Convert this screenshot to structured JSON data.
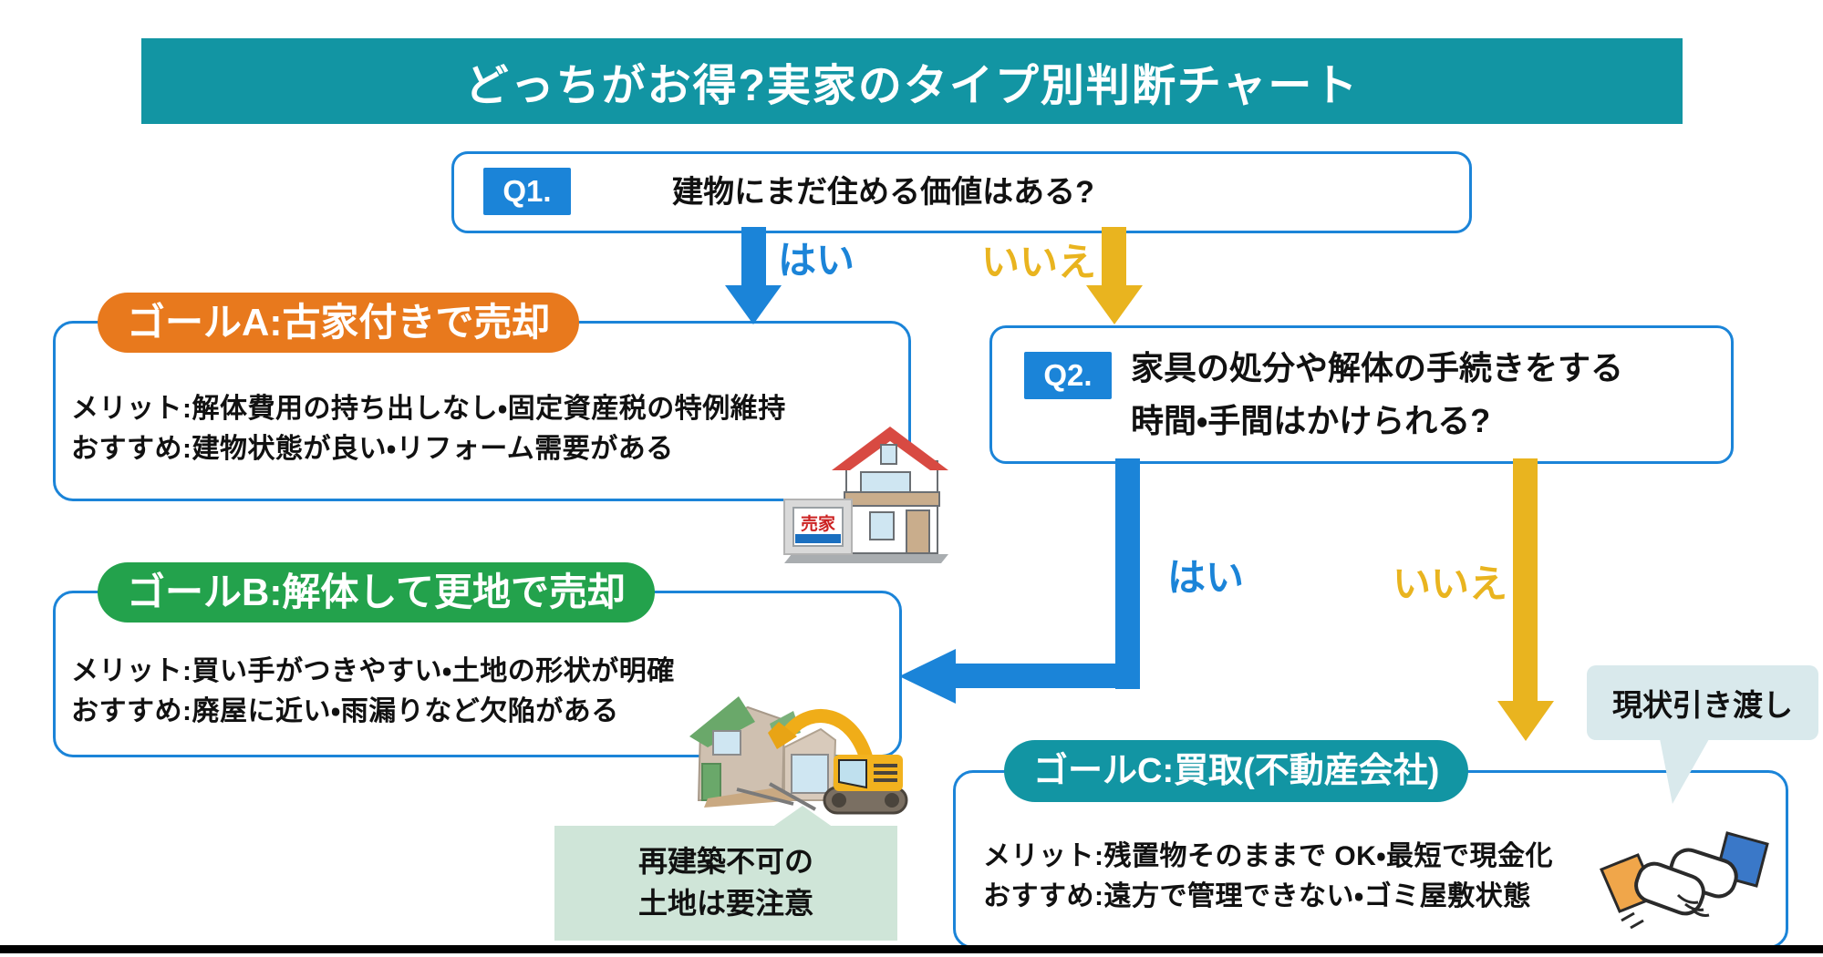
{
  "title": "どっちがお得?実家のタイプ別判断チャート",
  "q1": {
    "badge": "Q1.",
    "question": "建物にまだ住める価値はある?"
  },
  "branch1": {
    "yes": "はい",
    "no": "いいえ"
  },
  "q2": {
    "badge": "Q2.",
    "line1": "家具の処分や解体の手続きをする",
    "line2": "時間・手間はかけられる?"
  },
  "branch2": {
    "yes": "はい",
    "no": "いいえ"
  },
  "goal_a": {
    "title": "ゴールA:古家付きで売却",
    "merit": "メリット:解体費用の持ち出しなし・固定資産税の特例維持",
    "recommend": "おすすめ:建物状態が良い・リフォーム需要がある"
  },
  "goal_b": {
    "title": "ゴールB:解体して更地で売却",
    "merit": "メリット:買い手がつきやすい・土地の形状が明確",
    "recommend": "おすすめ:廃屋に近い・雨漏りなど欠陥がある"
  },
  "goal_c": {
    "title": "ゴールC:買取(不動産会社)",
    "merit": "メリット:残置物そのままで OK・最短で現金化",
    "recommend": "おすすめ:遠方で管理できない・ゴミ屋敷状態"
  },
  "note": {
    "line1": "再建築不可の",
    "line2": "土地は要注意"
  },
  "bubble": {
    "label": "現状引き渡し"
  },
  "house_sign": "売家",
  "illustrations": {
    "house": "house-for-sale-illustration",
    "demolition": "excavator-demolition-illustration",
    "handshake": "handshake-illustration"
  },
  "colors": {
    "teal": "#1295a3",
    "blue": "#1b84d8",
    "orange": "#e8791d",
    "green": "#23a24c",
    "yellow": "#e9b41f",
    "pale-green": "#cfe5d8",
    "pale-blue": "#d9e9ec",
    "ink": "#111111",
    "paper": "#ffffff",
    "bar": "#000000"
  }
}
